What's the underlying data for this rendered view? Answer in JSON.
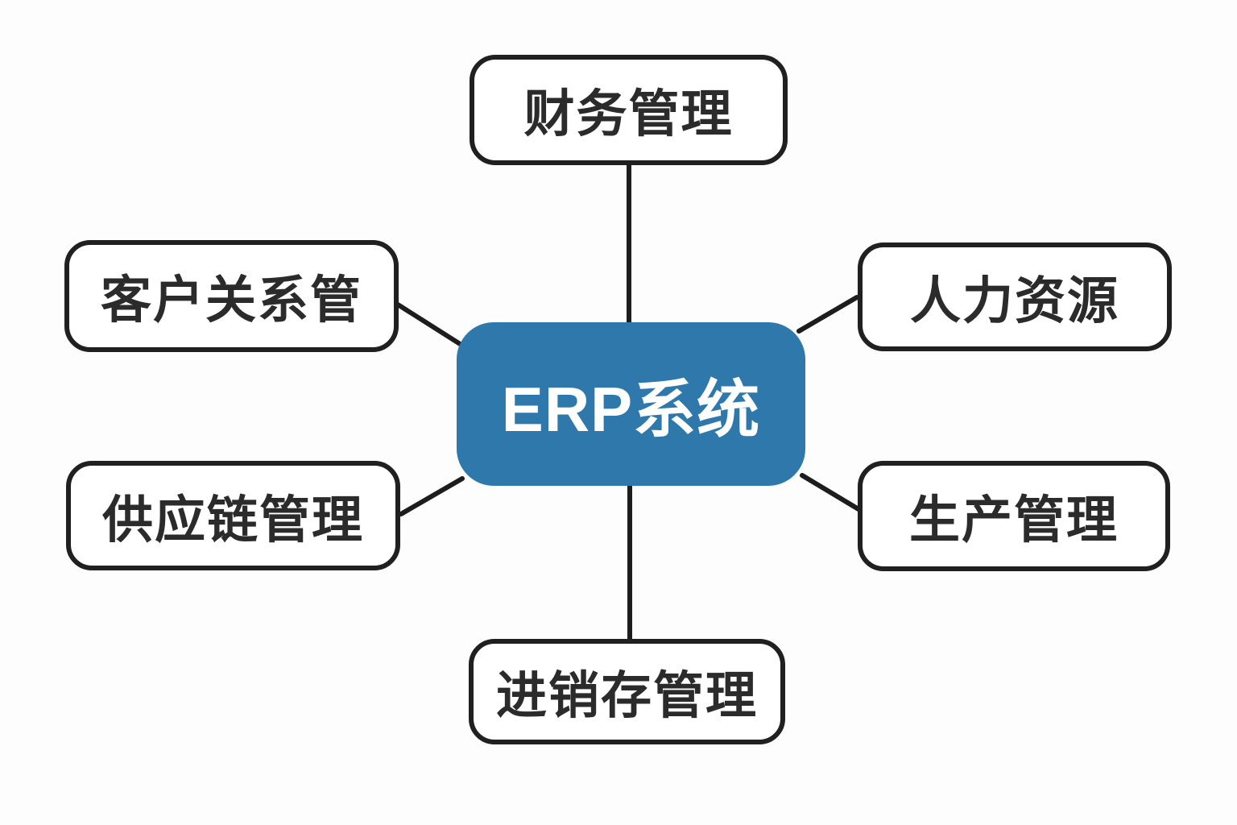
{
  "diagram": {
    "type": "hub-and-spoke",
    "center": {
      "id": "erp",
      "label": "ERP系统"
    },
    "nodes": [
      {
        "id": "finance",
        "label": "财务管理",
        "position": "top"
      },
      {
        "id": "crm",
        "label": "客户关系管",
        "position": "top-left"
      },
      {
        "id": "hr",
        "label": "人力资源",
        "position": "top-right"
      },
      {
        "id": "scm",
        "label": "供应链管理",
        "position": "bottom-left"
      },
      {
        "id": "production",
        "label": "生产管理",
        "position": "bottom-right"
      },
      {
        "id": "inventory",
        "label": "进销存管理",
        "position": "bottom"
      }
    ],
    "connections": [
      {
        "from": "erp",
        "to": "finance"
      },
      {
        "from": "erp",
        "to": "crm"
      },
      {
        "from": "erp",
        "to": "hr"
      },
      {
        "from": "erp",
        "to": "scm"
      },
      {
        "from": "erp",
        "to": "production"
      },
      {
        "from": "erp",
        "to": "inventory"
      }
    ],
    "colors": {
      "background": "#fdfdfd",
      "node_bg": "#ffffff",
      "node_border": "#202020",
      "node_text": "#2b2b2b",
      "center_bg": "#2f78ac",
      "center_text": "#ffffff",
      "line": "#1d1d1d"
    }
  }
}
